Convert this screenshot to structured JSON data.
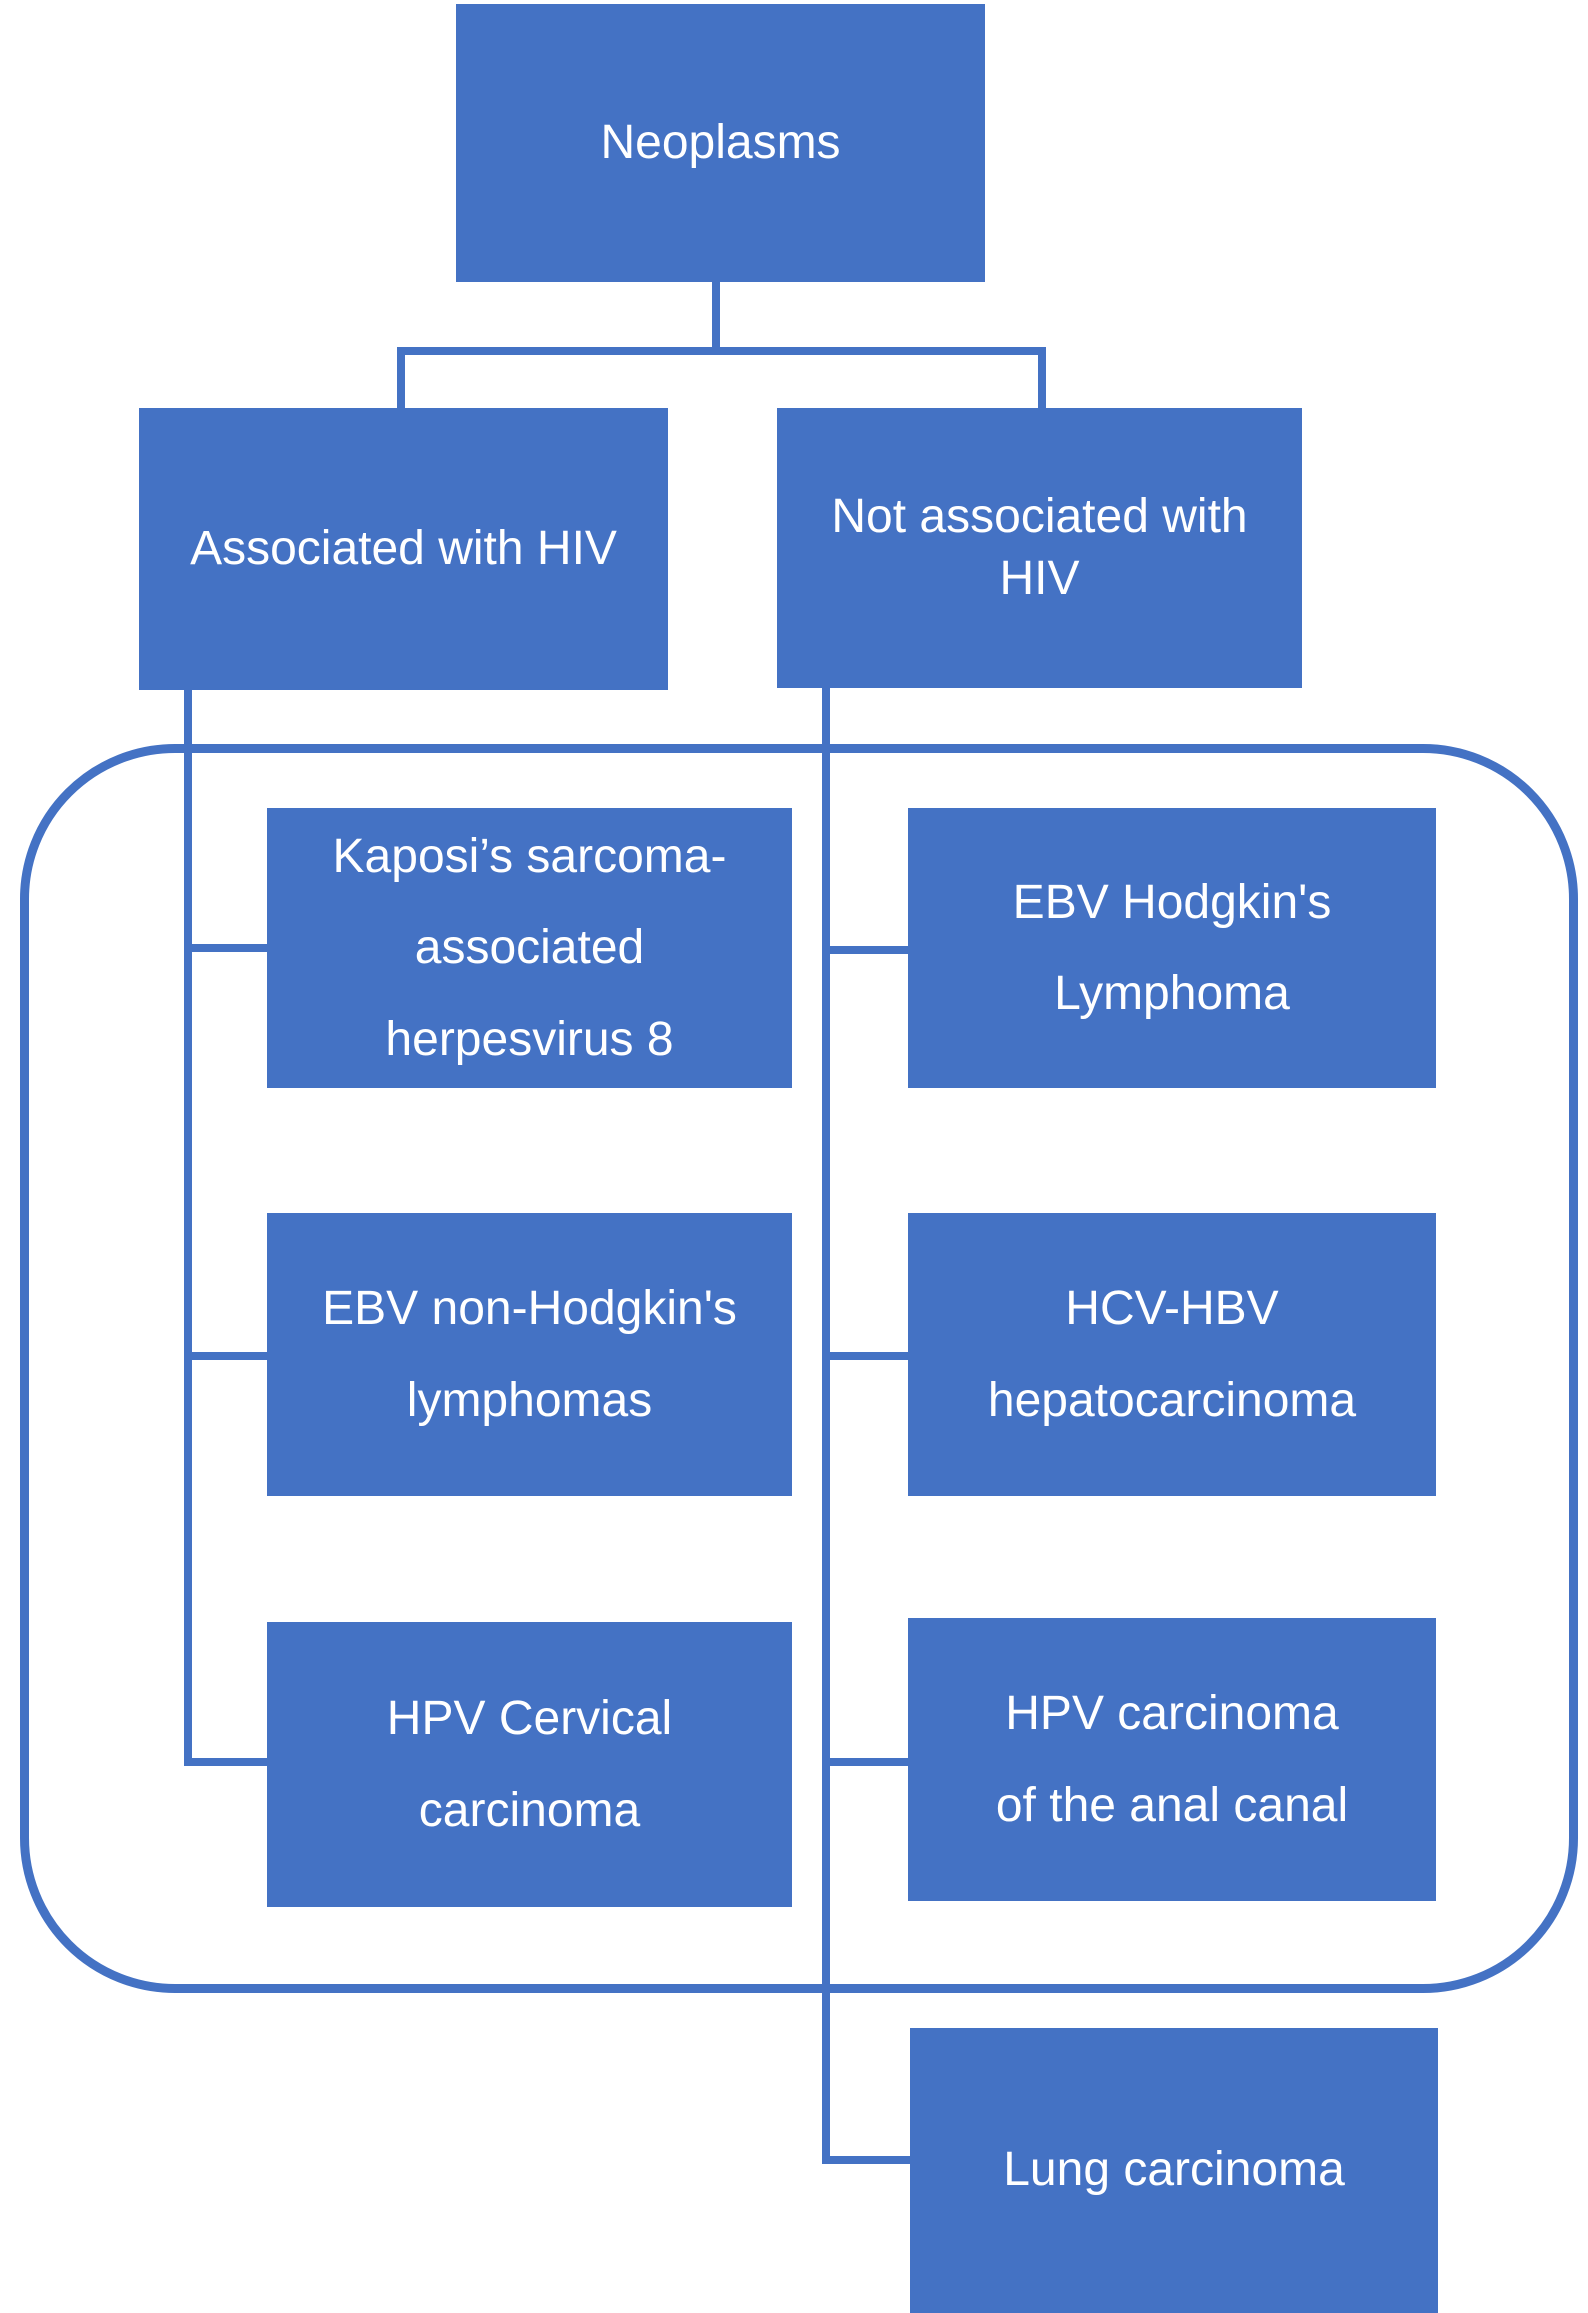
{
  "palette": {
    "box_fill": "#4472C4",
    "line_color": "#4472C4",
    "text_color": "#FFFFFF",
    "background": "#FFFFFF"
  },
  "diagram": {
    "type": "flowchart",
    "nodes": {
      "neoplasms": {
        "label": "Neoplasms"
      },
      "associated": {
        "label": "Associated with HIV"
      },
      "not_associated": {
        "label": "Not associated with\nHIV"
      },
      "kaposi": {
        "label": "Kaposi’s sarcoma-\nassociated\nherpesvirus 8"
      },
      "ebv_hodgkin": {
        "label": "EBV Hodgkin's\nLymphoma"
      },
      "ebv_non_hodgkin": {
        "label": "EBV non-Hodgkin's\nlymphomas"
      },
      "hcv_hbv": {
        "label": "HCV-HBV\nhepatocarcinoma"
      },
      "hpv_cervical": {
        "label": "HPV Cervical\ncarcinoma"
      },
      "hpv_anal": {
        "label": "HPV carcinoma\nof the anal canal"
      },
      "lung": {
        "label": "Lung carcinoma"
      }
    },
    "edges": [
      [
        "neoplasms",
        "associated"
      ],
      [
        "neoplasms",
        "not_associated"
      ],
      [
        "associated",
        "kaposi"
      ],
      [
        "associated",
        "ebv_non_hodgkin"
      ],
      [
        "associated",
        "hpv_cervical"
      ],
      [
        "not_associated",
        "ebv_hodgkin"
      ],
      [
        "not_associated",
        "hcv_hbv"
      ],
      [
        "not_associated",
        "hpv_anal"
      ],
      [
        "not_associated",
        "lung"
      ]
    ],
    "enclosure_members": [
      "kaposi",
      "ebv_hodgkin",
      "ebv_non_hodgkin",
      "hcv_hbv",
      "hpv_cervical",
      "hpv_anal"
    ]
  }
}
